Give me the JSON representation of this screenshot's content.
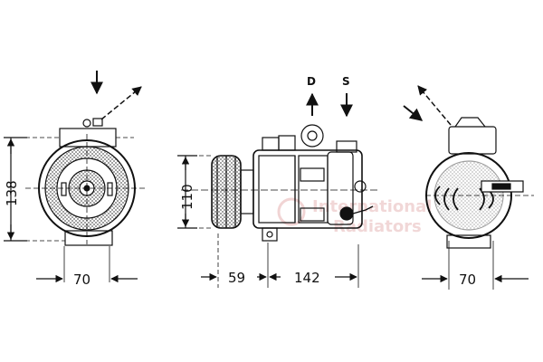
{
  "dimensions": {
    "front_height": "138",
    "front_width": "70",
    "side_height": "110",
    "side_pulley_offset": "59",
    "side_length": "142",
    "rear_width": "70"
  },
  "ports": {
    "discharge": "D",
    "suction": "S"
  },
  "watermark": {
    "line1": "International",
    "line2": "Radiators"
  },
  "colors": {
    "line": "#111111",
    "watermark": "#e3a9a9"
  }
}
